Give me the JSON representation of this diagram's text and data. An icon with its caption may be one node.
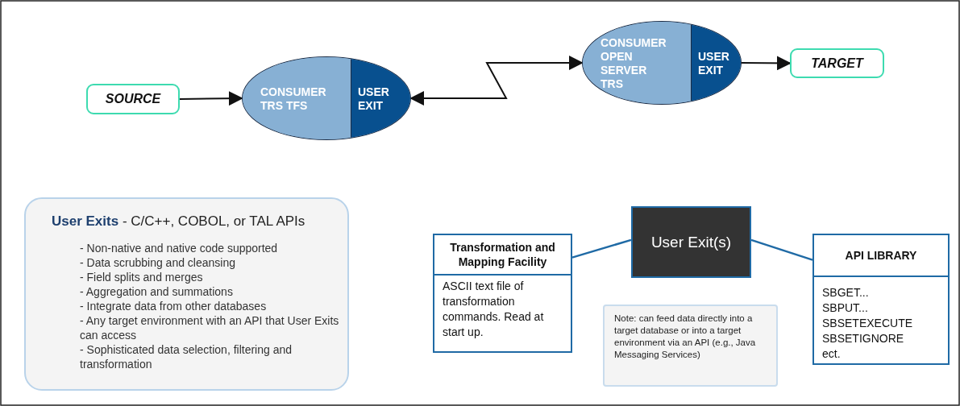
{
  "diagram": {
    "nodes": [
      {
        "text": [
          "SOURCE"
        ]
      },
      {
        "text": [],
        "shape": "ellipse"
      },
      {
        "text": [
          "CONSUMER TRS TFS"
        ],
        "in": 1
      },
      {
        "text": [
          "USER EXIT"
        ],
        "in": 1
      },
      {
        "text": [],
        "shape": "ellipse"
      },
      {
        "text": [
          "CONSUMER OPEN SERVER TRS"
        ],
        "in": 4
      },
      {
        "text": [
          "USER EXIT"
        ],
        "in": 4
      },
      {
        "text": [
          "TARGET"
        ]
      },
      {
        "text": [
          "**User Exits** - C/C++, COBOL, or TAL APIs",
          "- Non-native and native code supported",
          "- Data scrubbing and cleansing",
          "- Field splits and merges",
          "- Aggregation and summations",
          "- Integrate data from other databases",
          "- Any target environment with an API that User Exits can access",
          "- Sophisticated data selection, filtering and transformation"
        ]
      },
      {
        "text": [
          "Transformation and Mapping Facility",
          "ASCII text file of transformation commands. Read at start up."
        ]
      },
      {
        "text": [
          "User Exit(s)"
        ]
      },
      {
        "text": [
          "API LIBRARY",
          "SBGET...",
          "SBPUT...",
          "SBSETEXECUTE",
          "SBSETIGNORE",
          "ect."
        ]
      },
      {
        "text": [
          "Note: can feed data directly into a target database or into a target environment via an API (e.g., Java Messaging Services)"
        ]
      }
    ],
    "edges": [
      {
        "from": 0,
        "to": 1,
        "arrow": "to"
      },
      {
        "from": 1,
        "to": 4,
        "arrow": "both"
      },
      {
        "from": 4,
        "to": 7,
        "arrow": "to"
      },
      {
        "from": 9,
        "to": 10,
        "arrow": "none",
        "color": "#1f6aa5"
      },
      {
        "from": 10,
        "to": 11,
        "arrow": "none",
        "color": "#1f6aa5"
      }
    ]
  }
}
